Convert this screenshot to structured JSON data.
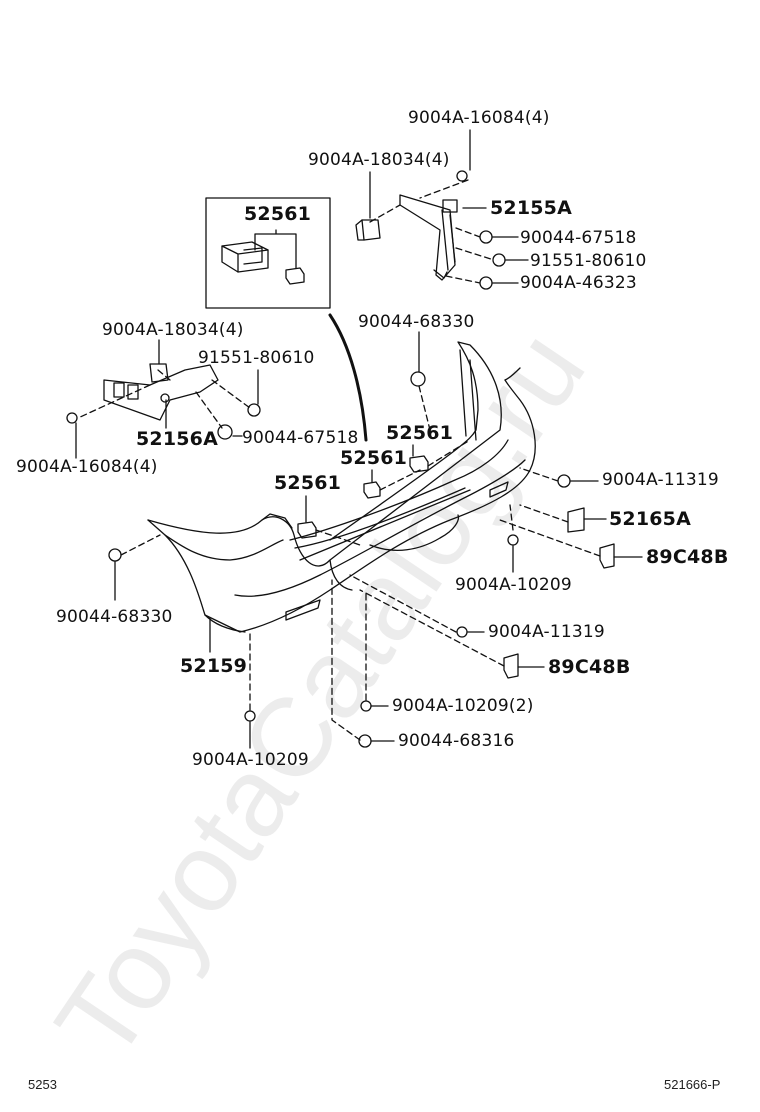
{
  "watermark": "ToyotaCatalog.ru",
  "footer": {
    "left": "5253",
    "right": "521666-P"
  },
  "labels": {
    "l_16084_top": "9004A-16084(4)",
    "l_18034_top": "9004A-18034(4)",
    "l_52155A": "52155A",
    "l_67518_top": "90044-67518",
    "l_80610_top": "91551-80610",
    "l_46323": "9004A-46323",
    "l_52561_box": "52561",
    "l_68330_top": "90044-68330",
    "l_18034_left": "9004A-18034(4)",
    "l_80610_left": "91551-80610",
    "l_52156A": "52156A",
    "l_67518_left": "90044-67518",
    "l_16084_left": "9004A-16084(4)",
    "l_52561_a": "52561",
    "l_52561_b": "52561",
    "l_52561_c": "52561",
    "l_11319_r": "9004A-11319",
    "l_52165A": "52165A",
    "l_89C48B_r": "89C48B",
    "l_10209_r": "9004A-10209",
    "l_68330_left": "90044-68330",
    "l_11319_c": "9004A-11319",
    "l_52159": "52159",
    "l_89C48B_c": "89C48B",
    "l_10209_2": "9004A-10209(2)",
    "l_68316": "90044-68316",
    "l_10209_bottom": "9004A-10209"
  }
}
